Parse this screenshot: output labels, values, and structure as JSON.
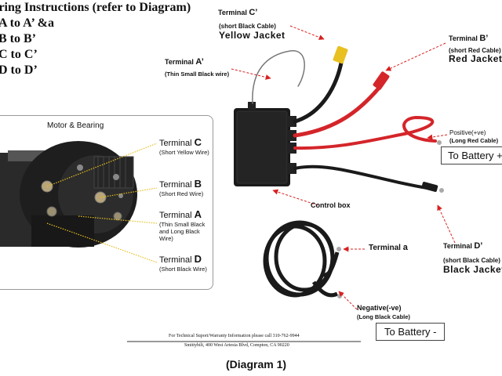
{
  "instructions": {
    "title": "iring Instructions (refer to Diagram)",
    "rows": [
      "A to A’ &a",
      "B to B’",
      "C to C’",
      "D to D’"
    ]
  },
  "labels": {
    "terminal_c_prime": {
      "name": "Terminal ",
      "letter": "C’",
      "desc": "(short Black Cable)",
      "jacket": "Yellow  Jacket"
    },
    "terminal_b_prime": {
      "name": "Terminal ",
      "letter": "B’",
      "desc": "(short Red Cable)",
      "jacket": "Red Jacket"
    },
    "terminal_a_prime": {
      "name": "Terminal ",
      "letter": "A’",
      "desc": "(Thin Small Black wire)"
    },
    "positive": {
      "name": "Positive(+ve)",
      "desc": "(Long Red Cable)"
    },
    "battery_plus": "To Battery +",
    "control_box": "Control box",
    "terminal_a": {
      "name": "Terminal ",
      "letter": "a"
    },
    "terminal_d_prime": {
      "name": "Terminal ",
      "letter": "D’",
      "desc": "(short Black Cable)",
      "jacket": "Black  Jacket"
    },
    "negative": {
      "name": "Negative(-ve)",
      "desc": "(Long Black Cable)"
    },
    "battery_minus": "To Battery -"
  },
  "motor": {
    "title": "Motor & Bearing",
    "terminals": [
      {
        "name": "Terminal ",
        "letter": "C",
        "desc": "(Short Yellow Wire)"
      },
      {
        "name": "Terminal ",
        "letter": "B",
        "desc": "(Short Red Wire)"
      },
      {
        "name": "Terminal ",
        "letter": "A",
        "desc": "(Thin Small Black\nand Long Black\nWire)"
      },
      {
        "name": "Terminal ",
        "letter": "D",
        "desc": "(Short Black Wire)"
      }
    ]
  },
  "footer": {
    "line1": "For Technical Suport/Warranty Information please call  310-762-9944",
    "line2": "Smittybilt, 400 West Artesia Blvd, Compton, CA  90220"
  },
  "diagram_label": "(Diagram 1)",
  "colors": {
    "arrow": "#d92020",
    "wire_red": "#d4252a",
    "cable_black": "#1a1a1a",
    "yellow_jacket": "#e8c020"
  }
}
